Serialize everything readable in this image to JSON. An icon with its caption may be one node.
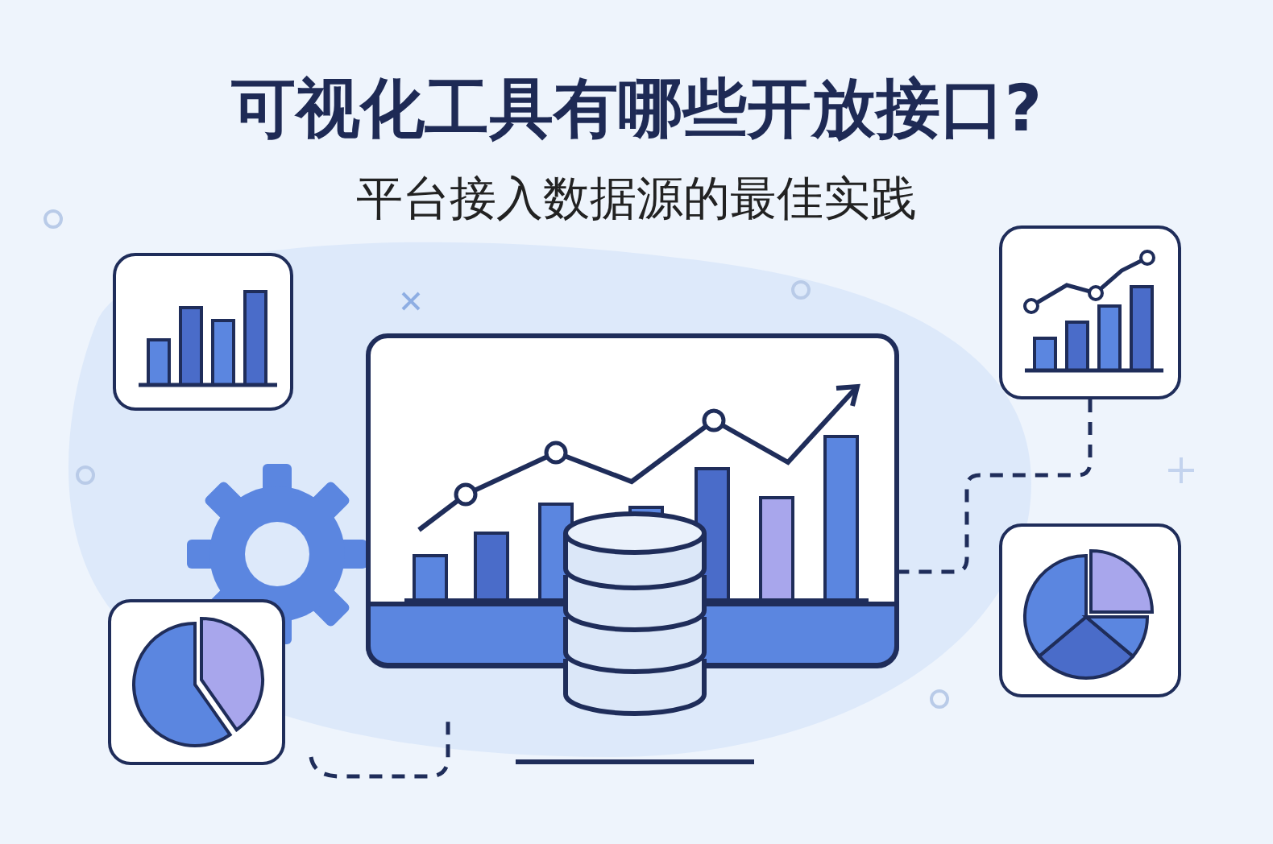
{
  "diagram": {
    "title": "可视化工具有哪些开放接口?",
    "caption": "平台接入数据源的最佳实践",
    "nodes": [
      {
        "text": [],
        "shape": "picture"
      },
      {
        "text": [],
        "shape": "picture"
      },
      {
        "text": [],
        "shape": "picture"
      },
      {
        "text": [],
        "shape": "picture"
      },
      {
        "text": [],
        "shape": "picture"
      }
    ],
    "edges": [
      {
        "from": 1,
        "to": 2,
        "arrow": "none",
        "style": "dashed"
      }
    ]
  }
}
